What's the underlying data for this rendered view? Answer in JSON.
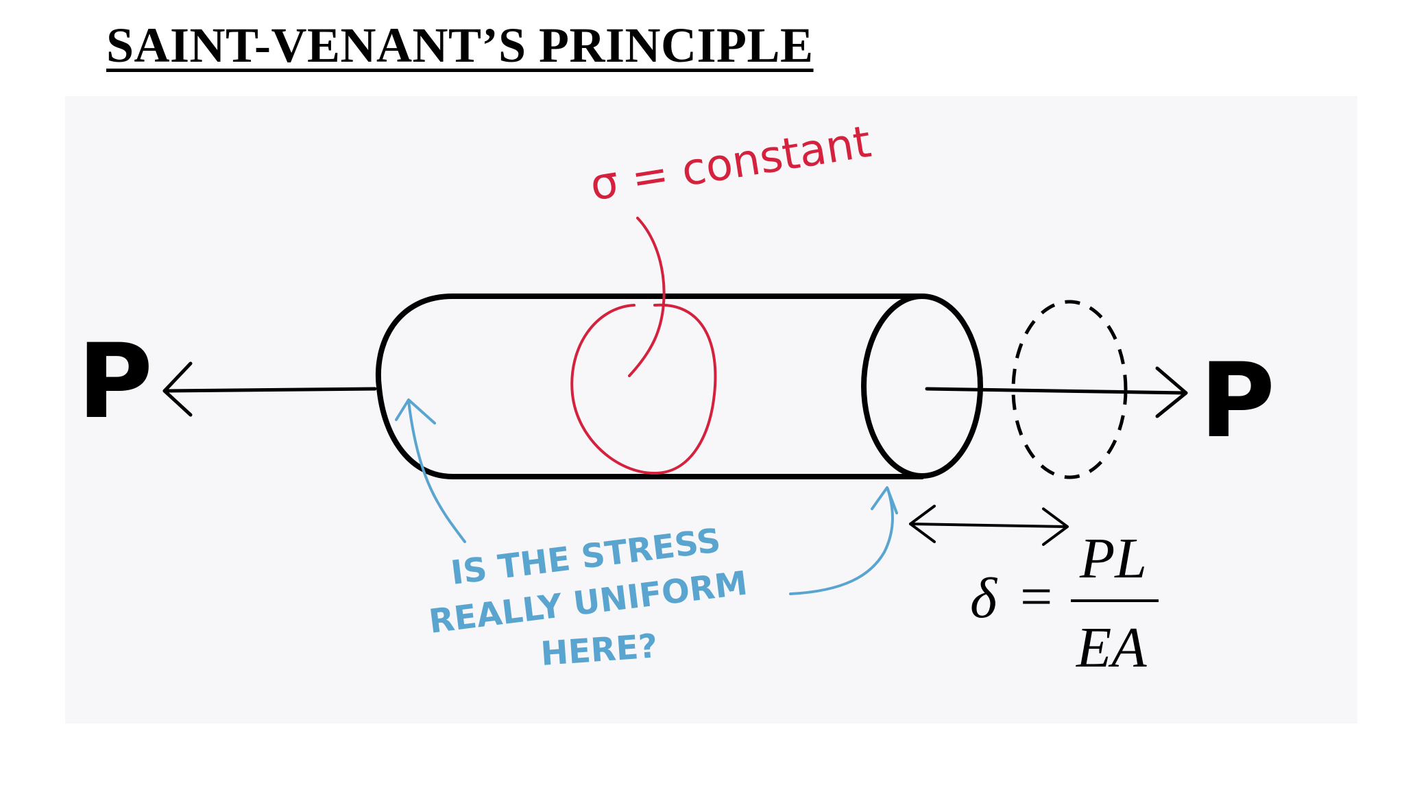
{
  "title": "SAINT-VENANT’S PRINCIPLE",
  "diagram": {
    "stress_label": "σ = constant",
    "force_left": "P",
    "force_right": "P",
    "question_lines": [
      "IS THE STRESS",
      "REALLY UNIFORM",
      "HERE?"
    ],
    "formula": {
      "symbol": "δ",
      "equals": "=",
      "numerator": "PL",
      "denominator": "EA"
    },
    "colors": {
      "ink": "#000000",
      "stress_red": "#d4213d",
      "question_blue": "#5aa5cf"
    }
  }
}
